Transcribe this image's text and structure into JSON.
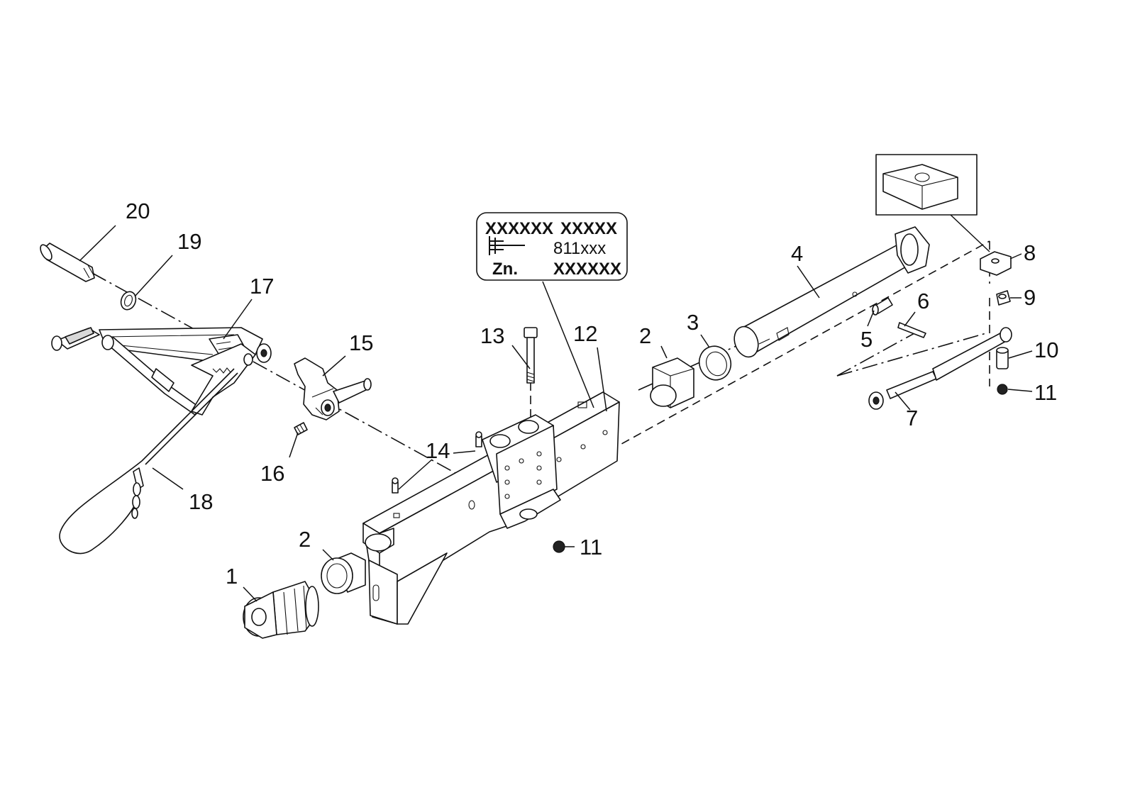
{
  "callouts": {
    "c1": "1",
    "c2a": "2",
    "c2b": "2",
    "c3": "3",
    "c4": "4",
    "c5": "5",
    "c6": "6",
    "c7": "7",
    "c8": "8",
    "c9": "9",
    "c10": "10",
    "c11a": "11",
    "c11b": "11",
    "c12": "12",
    "c13": "13",
    "c14": "14",
    "c15": "15",
    "c16": "16",
    "c17": "17",
    "c18": "18",
    "c19": "19",
    "c20": "20"
  },
  "id_plate": {
    "row1_left": "XXXXXX",
    "row1_right": "XXXXX",
    "row2_right": "811xxx",
    "row3_left": "Zn.",
    "row3_right": "XXXXXX"
  },
  "icons": {
    "plate_symbol": "hitch-symbol-icon"
  }
}
